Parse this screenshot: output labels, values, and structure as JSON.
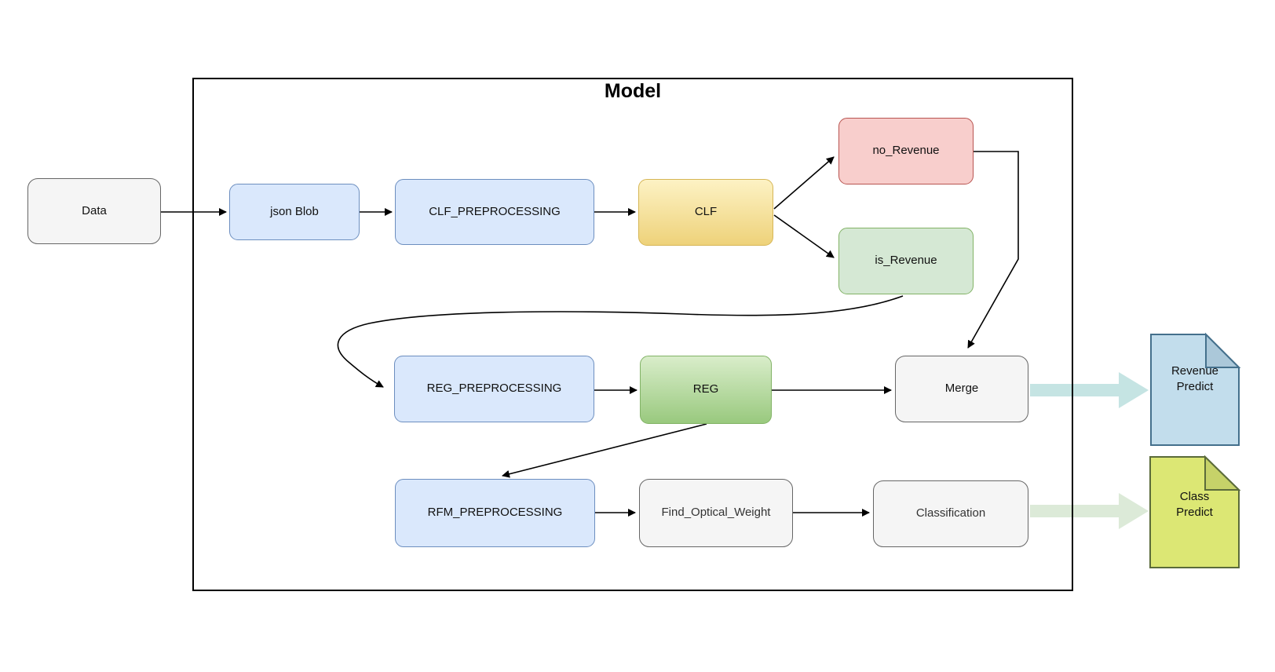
{
  "diagram": {
    "title": "Model",
    "nodes": [
      {
        "id": "data",
        "label": "Data"
      },
      {
        "id": "json-blob",
        "label": "json Blob"
      },
      {
        "id": "clf-preprocessing",
        "label": "CLF_PREPROCESSING"
      },
      {
        "id": "clf",
        "label": "CLF"
      },
      {
        "id": "no-revenue",
        "label": "no_Revenue"
      },
      {
        "id": "is-revenue",
        "label": "is_Revenue"
      },
      {
        "id": "reg-preprocessing",
        "label": "REG_PREPROCESSING"
      },
      {
        "id": "reg",
        "label": "REG"
      },
      {
        "id": "merge",
        "label": "Merge"
      },
      {
        "id": "rfm-preprocessing",
        "label": "RFM_PREPROCESSING"
      },
      {
        "id": "find-optical-weight",
        "label": "Find_Optical_Weight"
      },
      {
        "id": "classification",
        "label": "Classification"
      }
    ],
    "outputs": [
      {
        "id": "revenue-predict",
        "label": "Revenue Predict"
      },
      {
        "id": "class-predict",
        "label": "Class Predict"
      }
    ],
    "colors": {
      "node_blue_fill": "#dae8fc",
      "node_blue_stroke": "#6c8ebf",
      "node_red_fill": "#f8cecc",
      "node_red_stroke": "#b85450",
      "node_green_fill": "#d5e8d4",
      "node_green_stroke": "#82b366",
      "node_yellow_top": "#fdf2c4",
      "node_yellow_bottom": "#eed27a",
      "node_yellow_stroke": "#d6b656",
      "node_green_grad_top": "#d9edca",
      "node_green_grad_bottom": "#99c97e",
      "node_gray_fill": "#f5f5f5",
      "node_gray_stroke": "#666666",
      "doc_blue_fill": "#c2ddec",
      "doc_blue_fold": "#abc8d9",
      "doc_blue_stroke": "#44708c",
      "doc_lime_fill": "#dce774",
      "doc_lime_fold": "#c6d269",
      "doc_lime_stroke": "#5b6b3a",
      "fat_arrow_teal": "#c5e4e3",
      "fat_arrow_green": "#dcead8",
      "edge": "#000000"
    }
  }
}
